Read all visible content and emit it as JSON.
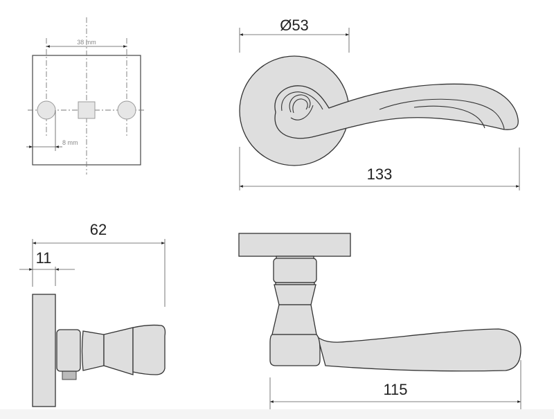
{
  "drawing": {
    "mounting_plate": {
      "hole_spacing_label": "38 mm",
      "hole_offset_label": "8 mm"
    },
    "front_view": {
      "rosette_diameter_label": "Ø53",
      "overall_length_label": "133"
    },
    "side_view": {
      "projection_label": "62",
      "rosette_thickness_label": "11"
    },
    "top_view": {
      "lever_length_label": "115"
    },
    "colors": {
      "part_fill": "#dedede",
      "outline": "#333333"
    }
  }
}
